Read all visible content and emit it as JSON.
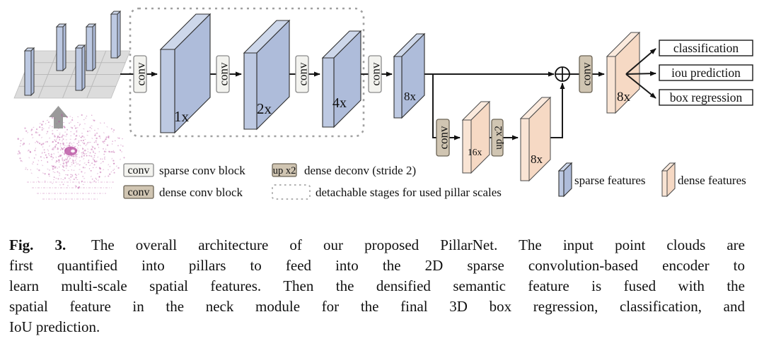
{
  "figure": {
    "blocks": {
      "enc1x": "1x",
      "enc2x": "2x",
      "enc4x": "4x",
      "enc8x": "8x",
      "neck16x": "16x",
      "neck8x": "8x",
      "head8x": "8x"
    },
    "ops": {
      "conv_sparse": "conv",
      "conv_dense": "conv",
      "upsample": "up x2"
    },
    "outputs": [
      "classification",
      "iou prediction",
      "box regression"
    ],
    "legend": {
      "sparse_conv_box": "conv",
      "sparse_conv_desc": "sparse conv block",
      "dense_conv_box": "conv",
      "dense_conv_desc": "dense conv block",
      "up_box": "up x2",
      "up_desc": "dense deconv (stride 2)",
      "detachable_desc": "detachable stages for used pillar scales",
      "sparse_features": "sparse features",
      "dense_features": "dense features"
    },
    "colors": {
      "sparse_face": "#aebcda",
      "sparse_front": "#bdc9e2",
      "sparse_top": "#cdd7ea",
      "dense_face": "#f6d9c4",
      "dense_front": "#f9e4d4",
      "dense_top": "#fbeadd",
      "conv_sparse": "#f3f3ef",
      "conv_dense": "#d0c5b2",
      "plane": "#d6d6d6",
      "pointcloud": "#b84fa0",
      "arrow_gray": "#9a9a9a"
    }
  },
  "caption": {
    "label": "Fig. 3.",
    "lines": [
      "The overall architecture of our proposed PillarNet. The input point clouds are",
      "first quantified into pillars to feed into the 2D sparse convolution-based encoder to",
      "learn multi-scale spatial features. Then the densified semantic feature is fused with the",
      "spatial feature in the neck module for the final 3D box regression, classification, and",
      "IoU prediction."
    ]
  }
}
